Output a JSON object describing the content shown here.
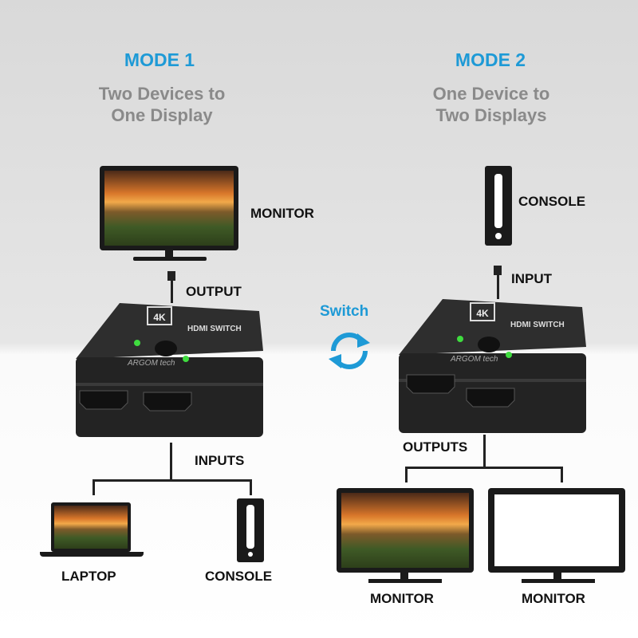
{
  "mode1": {
    "title": "MODE 1",
    "subtitle_line1": "Two Devices to",
    "subtitle_line2": "One Display",
    "monitor_label": "MONITOR",
    "output_label": "OUTPUT",
    "inputs_label": "INPUTS",
    "laptop_label": "LAPTOP",
    "console_label": "CONSOLE"
  },
  "mode2": {
    "title": "MODE 2",
    "subtitle_line1": "One Device to",
    "subtitle_line2": "Two Displays",
    "console_label": "CONSOLE",
    "input_label": "INPUT",
    "outputs_label": "OUTPUTS",
    "monitor1_label": "MONITOR",
    "monitor2_label": "MONITOR"
  },
  "switch": {
    "label": "Switch",
    "icon": "refresh-arrows-icon",
    "color": "#1e9ad6"
  },
  "device_logo": {
    "badge": "4K",
    "brand_text": "HDMI SWITCH",
    "maker": "ARGOM TECH"
  },
  "colors": {
    "accent": "#1e9ad6",
    "subtitle": "#8a8a8a",
    "led": "#3fdc3f"
  }
}
